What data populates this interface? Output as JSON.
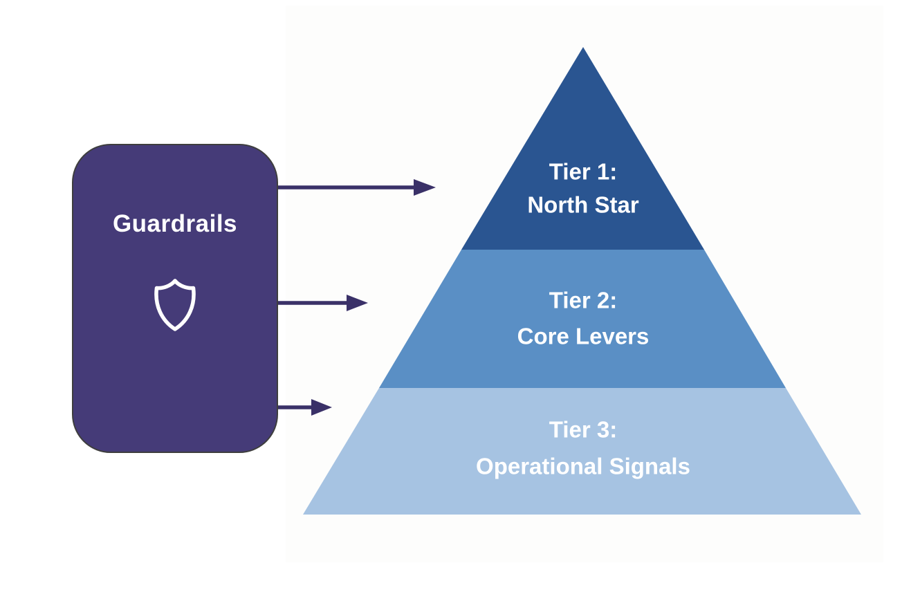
{
  "guardrails_box": {
    "label": "Guardrails",
    "background_color": "#453B78",
    "border_color": "#3E3E3E",
    "text_color": "#FFFFFF",
    "icon": "shield-outline"
  },
  "arrows": {
    "color": "#3A3168"
  },
  "pyramid": {
    "text_color": "#FFFFFF",
    "tiers": [
      {
        "label_line1": "Tier 1:",
        "label_line2": "North Star",
        "color": "#2A5591"
      },
      {
        "label_line1": "Tier 2:",
        "label_line2": "Core Levers",
        "color": "#5A8FC5"
      },
      {
        "label_line1": "Tier 3:",
        "label_line2": "Operational Signals",
        "color": "#A6C3E2"
      }
    ]
  }
}
